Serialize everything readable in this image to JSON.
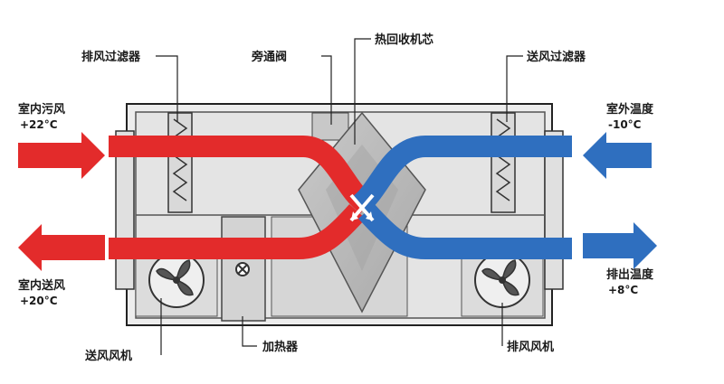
{
  "labels": {
    "exhaust_filter": "排风过滤器",
    "bypass_valve": "旁通阀",
    "heat_core": "热回收机芯",
    "supply_filter": "送风过滤器",
    "indoor_foul_air": "室内污风",
    "indoor_foul_temp": "+22°C",
    "outdoor_temp": "室外温度",
    "outdoor_temp_value": "-10°C",
    "indoor_supply": "室内送风",
    "indoor_supply_temp": "+20°C",
    "exhaust_temp": "排出温度",
    "exhaust_temp_value": "+8°C",
    "supply_fan": "送风风机",
    "heater": "加热器",
    "exhaust_fan": "排风风机"
  },
  "colors": {
    "warm": "#e32b2b",
    "cold": "#2f6fbf",
    "housing": "#e9e9e9",
    "core": "#bdbdbd",
    "outline": "#222222"
  }
}
